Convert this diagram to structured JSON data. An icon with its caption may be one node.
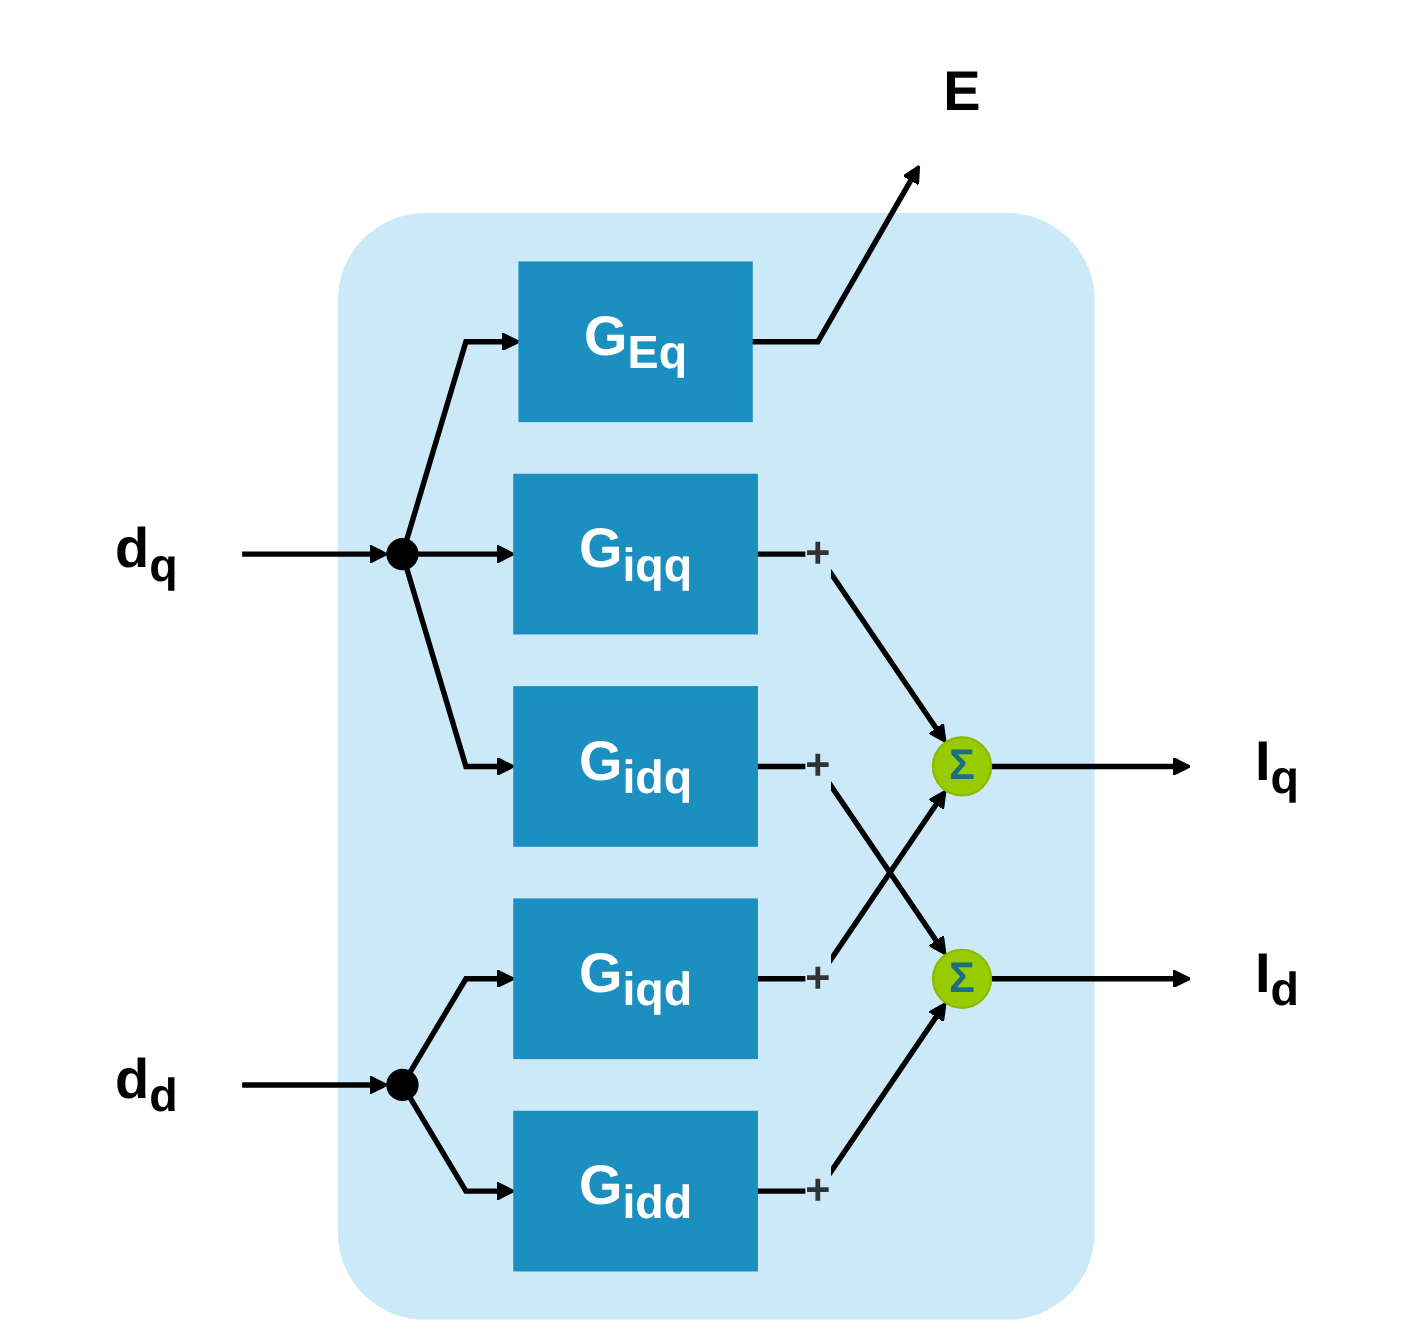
{
  "diagram": {
    "nodes": [
      {
        "text": [],
        "shape": "box"
      },
      {
        "text": [
          "d$_{q}$"
        ]
      },
      {
        "text": [
          "d$_{d}$"
        ]
      },
      {
        "text": [],
        "shape": "circle",
        "in": 0
      },
      {
        "text": [],
        "shape": "circle",
        "in": 0
      },
      {
        "text": [
          "G$_{Eq}$"
        ],
        "in": 0
      },
      {
        "text": [
          "G$_{iqq}$"
        ],
        "in": 0
      },
      {
        "text": [
          "G$_{iqd}$"
        ],
        "in": 0
      },
      {
        "text": [
          "G$_{idq}$"
        ],
        "in": 0
      },
      {
        "text": [
          "G$_{idd}$"
        ],
        "in": 0
      },
      {
        "text": [
          "Σ"
        ],
        "in": 0
      },
      {
        "text": [
          "Σ"
        ],
        "in": 0
      },
      {
        "text": [
          "E"
        ]
      },
      {
        "text": [
          "I$_{q}$"
        ]
      },
      {
        "text": [
          "I$_{d}$"
        ]
      }
    ],
    "edges": [
      {
        "from": 1,
        "to": 3,
        "arrow": "to"
      },
      {
        "from": 3,
        "to": 5,
        "arrow": "to"
      },
      {
        "from": 3,
        "to": 6,
        "arrow": "to"
      },
      {
        "from": 3,
        "to": 8,
        "arrow": "to"
      },
      {
        "from": 2,
        "to": 4,
        "arrow": "to"
      },
      {
        "from": 4,
        "to": 7,
        "arrow": "to"
      },
      {
        "from": 4,
        "to": 9,
        "arrow": "to"
      },
      {
        "from": 5,
        "to": 12,
        "arrow": "to"
      },
      {
        "from": 6,
        "to": 10,
        "arrow": "to",
        "label": "+"
      },
      {
        "from": 7,
        "to": 10,
        "arrow": "to",
        "label": "+"
      },
      {
        "from": 10,
        "to": 13,
        "arrow": "to"
      },
      {
        "from": 8,
        "to": 11,
        "arrow": "to",
        "label": "+"
      },
      {
        "from": 9,
        "to": 11,
        "arrow": "to",
        "label": "+"
      },
      {
        "from": 11,
        "to": 14,
        "arrow": "to"
      }
    ]
  }
}
